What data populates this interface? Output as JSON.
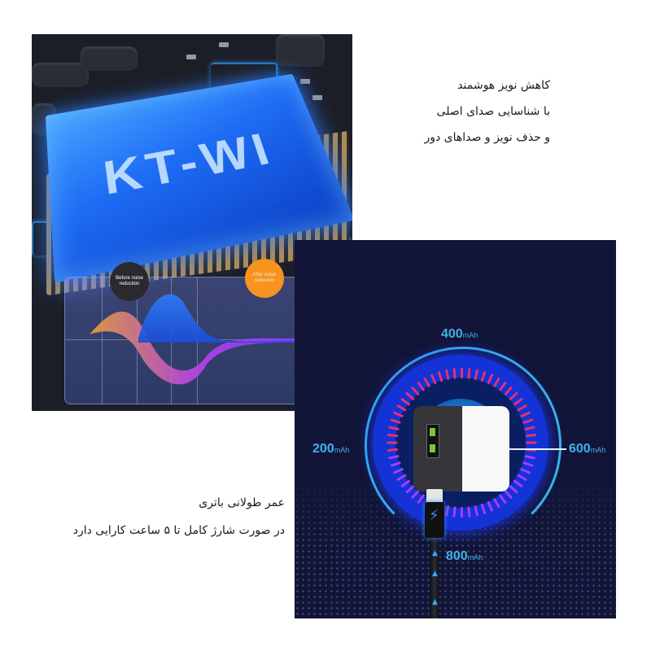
{
  "noise_feature": {
    "title": "کاهش نویز هوشمند",
    "line1": "با شناسایی صدای اصلی",
    "line2": "و حذف نویز و صداهای دور"
  },
  "battery_feature": {
    "title": "عمر طولانی باتری",
    "line1": "در صورت شارژ کامل تا ۵ ساعت کارایی دارد"
  },
  "chip_panel": {
    "chip_label": "KT-WI",
    "before_label": "Before noise reduction",
    "after_label": "After noise reduction",
    "colors": {
      "chip_blue": "#1e6cf5",
      "before_bubble": "#2a2a2e",
      "after_bubble": "#f7931e"
    }
  },
  "battery_panel": {
    "unit": "mAh",
    "gauge_labels": [
      {
        "value": "200",
        "position": "left"
      },
      {
        "value": "400",
        "position": "top"
      },
      {
        "value": "600",
        "position": "right"
      },
      {
        "value": "800",
        "position": "bottom"
      }
    ],
    "colors": {
      "background": "#121538",
      "label": "#3fb2e8",
      "ring": "#1433d6",
      "ticks_top": "#e0317a",
      "ticks_bottom": "#a63bff"
    }
  }
}
